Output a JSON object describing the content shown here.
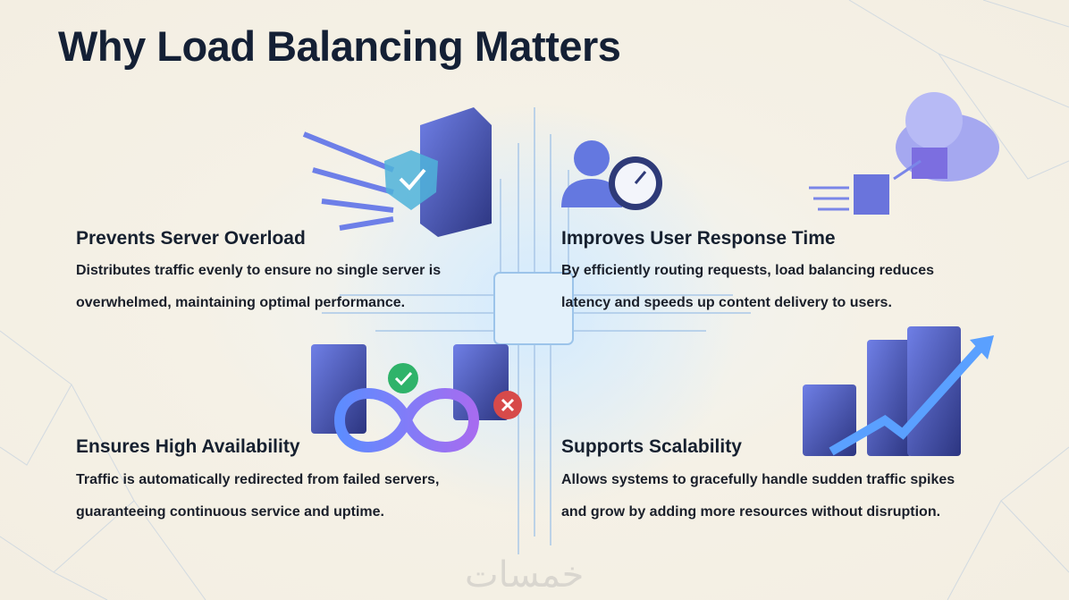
{
  "title": "Why Load Balancing Matters",
  "sections": [
    {
      "heading": "Prevents Server Overload",
      "lines": [
        "Distributes traffic evenly to ensure no single server is",
        "overwhelmed, maintaining optimal performance."
      ]
    },
    {
      "heading": "Improves User Response Time",
      "lines": [
        "By efficiently routing requests, load balancing reduces",
        "latency and speeds up content delivery to users."
      ]
    },
    {
      "heading": "Ensures High Availability",
      "lines": [
        "Traffic is automatically redirected from failed servers,",
        "guaranteeing continuous service and uptime."
      ]
    },
    {
      "heading": "Supports Scalability",
      "lines": [
        "Allows systems to gracefully handle sudden traffic spikes",
        "and grow by adding more resources without disruption."
      ]
    }
  ],
  "watermark": "خمسات",
  "colors": {
    "background": "#f4efe3",
    "title": "#142035",
    "accent": "#5a6ee0"
  }
}
